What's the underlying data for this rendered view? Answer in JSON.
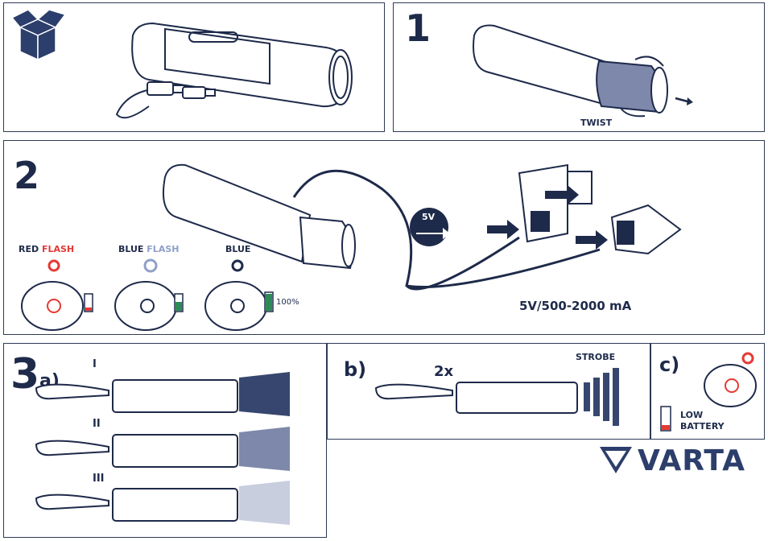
{
  "colors": {
    "navy": "#1e2a4a",
    "outline": "#2f3a55",
    "red": "#e53935",
    "blue_accent": "#8fa0c8",
    "beam_high": "#36466e",
    "beam_mid": "#7d88aa",
    "beam_low": "#c8cede",
    "battery_green": "#2e8b57",
    "vartaBlue": "#2c3e6b"
  },
  "icons": [
    "box-icon",
    "usb-icon",
    "finger-icon",
    "flashlight-icon",
    "battery-icon"
  ],
  "panel1": {},
  "panel_step1": {
    "number": "1",
    "twist_label": "TWIST"
  },
  "panel_step2": {
    "number": "2",
    "usb_badge": "5V",
    "power_spec": "5V/500-2000 mA",
    "indicators": [
      {
        "label_a": "RED",
        "label_b": "FLASH"
      },
      {
        "label_a": "BLUE",
        "label_b": "FLASH"
      },
      {
        "label_a": "BLUE",
        "label_b": ""
      }
    ],
    "battery_full": "100%"
  },
  "panel_step3": {
    "number": "3",
    "sub_a": "a)",
    "modes": [
      "I",
      "II",
      "III"
    ]
  },
  "panel_b": {
    "label": "b)",
    "press": "2x",
    "strobe": "STROBE"
  },
  "panel_c": {
    "label": "c)",
    "low_1": "LOW",
    "low_2": "BATTERY"
  },
  "brand": {
    "name": "VARTA"
  }
}
